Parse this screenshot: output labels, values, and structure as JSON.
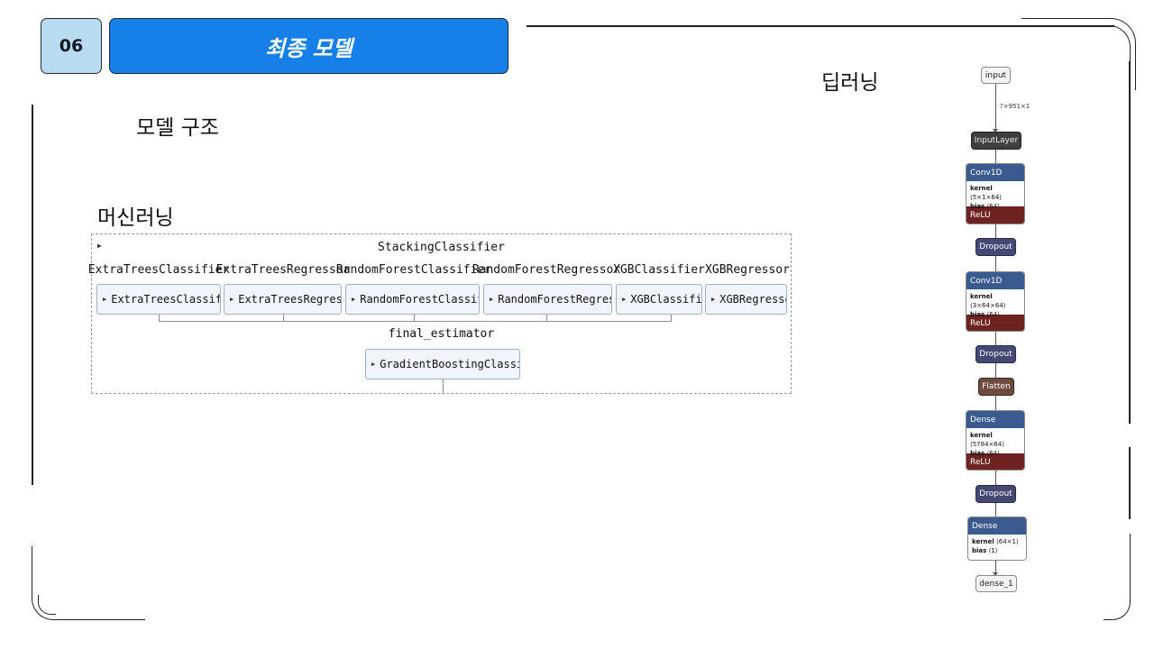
{
  "header": {
    "section_number": "06",
    "section_title": "최종 모델"
  },
  "headings": {
    "structure": "모델 구조",
    "machine_learning": "머신러닝",
    "deep_learning": "딥러닝"
  },
  "ml_diagram": {
    "stack_name": "StackingClassifier",
    "estimators": [
      {
        "label": "ExtraTreesClassifier",
        "box": "ExtraTreesClassifier"
      },
      {
        "label": "ExtraTreesRegressor",
        "box": "ExtraTreesRegressor"
      },
      {
        "label": "RandomForestClassifier",
        "box": "RandomForestClassifier"
      },
      {
        "label": "RandomForestRegressor",
        "box": "RandomForestRegressor"
      },
      {
        "label": "XGBClassifier",
        "box": "XGBClassifier"
      },
      {
        "label": "XGBRegressor",
        "box": "XGBRegressor"
      }
    ],
    "final_label": "final_estimator",
    "final_box": "GradientBoostingClassifier"
  },
  "dl_diagram": {
    "input": "input",
    "input_shape": "?×951×1",
    "input_layer": "InputLayer",
    "conv1": {
      "name": "Conv1D",
      "kernel_label": "kernel",
      "kernel": "⟨5×1×64⟩",
      "bias_label": "bias",
      "bias": "⟨64⟩",
      "activation": "ReLU"
    },
    "dropout1": "Dropout",
    "conv2": {
      "name": "Conv1D",
      "kernel_label": "kernel",
      "kernel": "⟨3×64×64⟩",
      "bias_label": "bias",
      "bias": "⟨64⟩",
      "activation": "ReLU"
    },
    "dropout2": "Dropout",
    "flatten": "Flatten",
    "dense1": {
      "name": "Dense",
      "kernel_label": "kernel",
      "kernel": "⟨5784×64⟩",
      "bias_label": "bias",
      "bias": "⟨64⟩",
      "activation": "ReLU"
    },
    "dropout3": "Dropout",
    "dense2": {
      "name": "Dense",
      "kernel_label": "kernel",
      "kernel": "⟨64×1⟩",
      "bias_label": "bias",
      "bias": "⟨1⟩"
    },
    "output": "dense_1"
  }
}
